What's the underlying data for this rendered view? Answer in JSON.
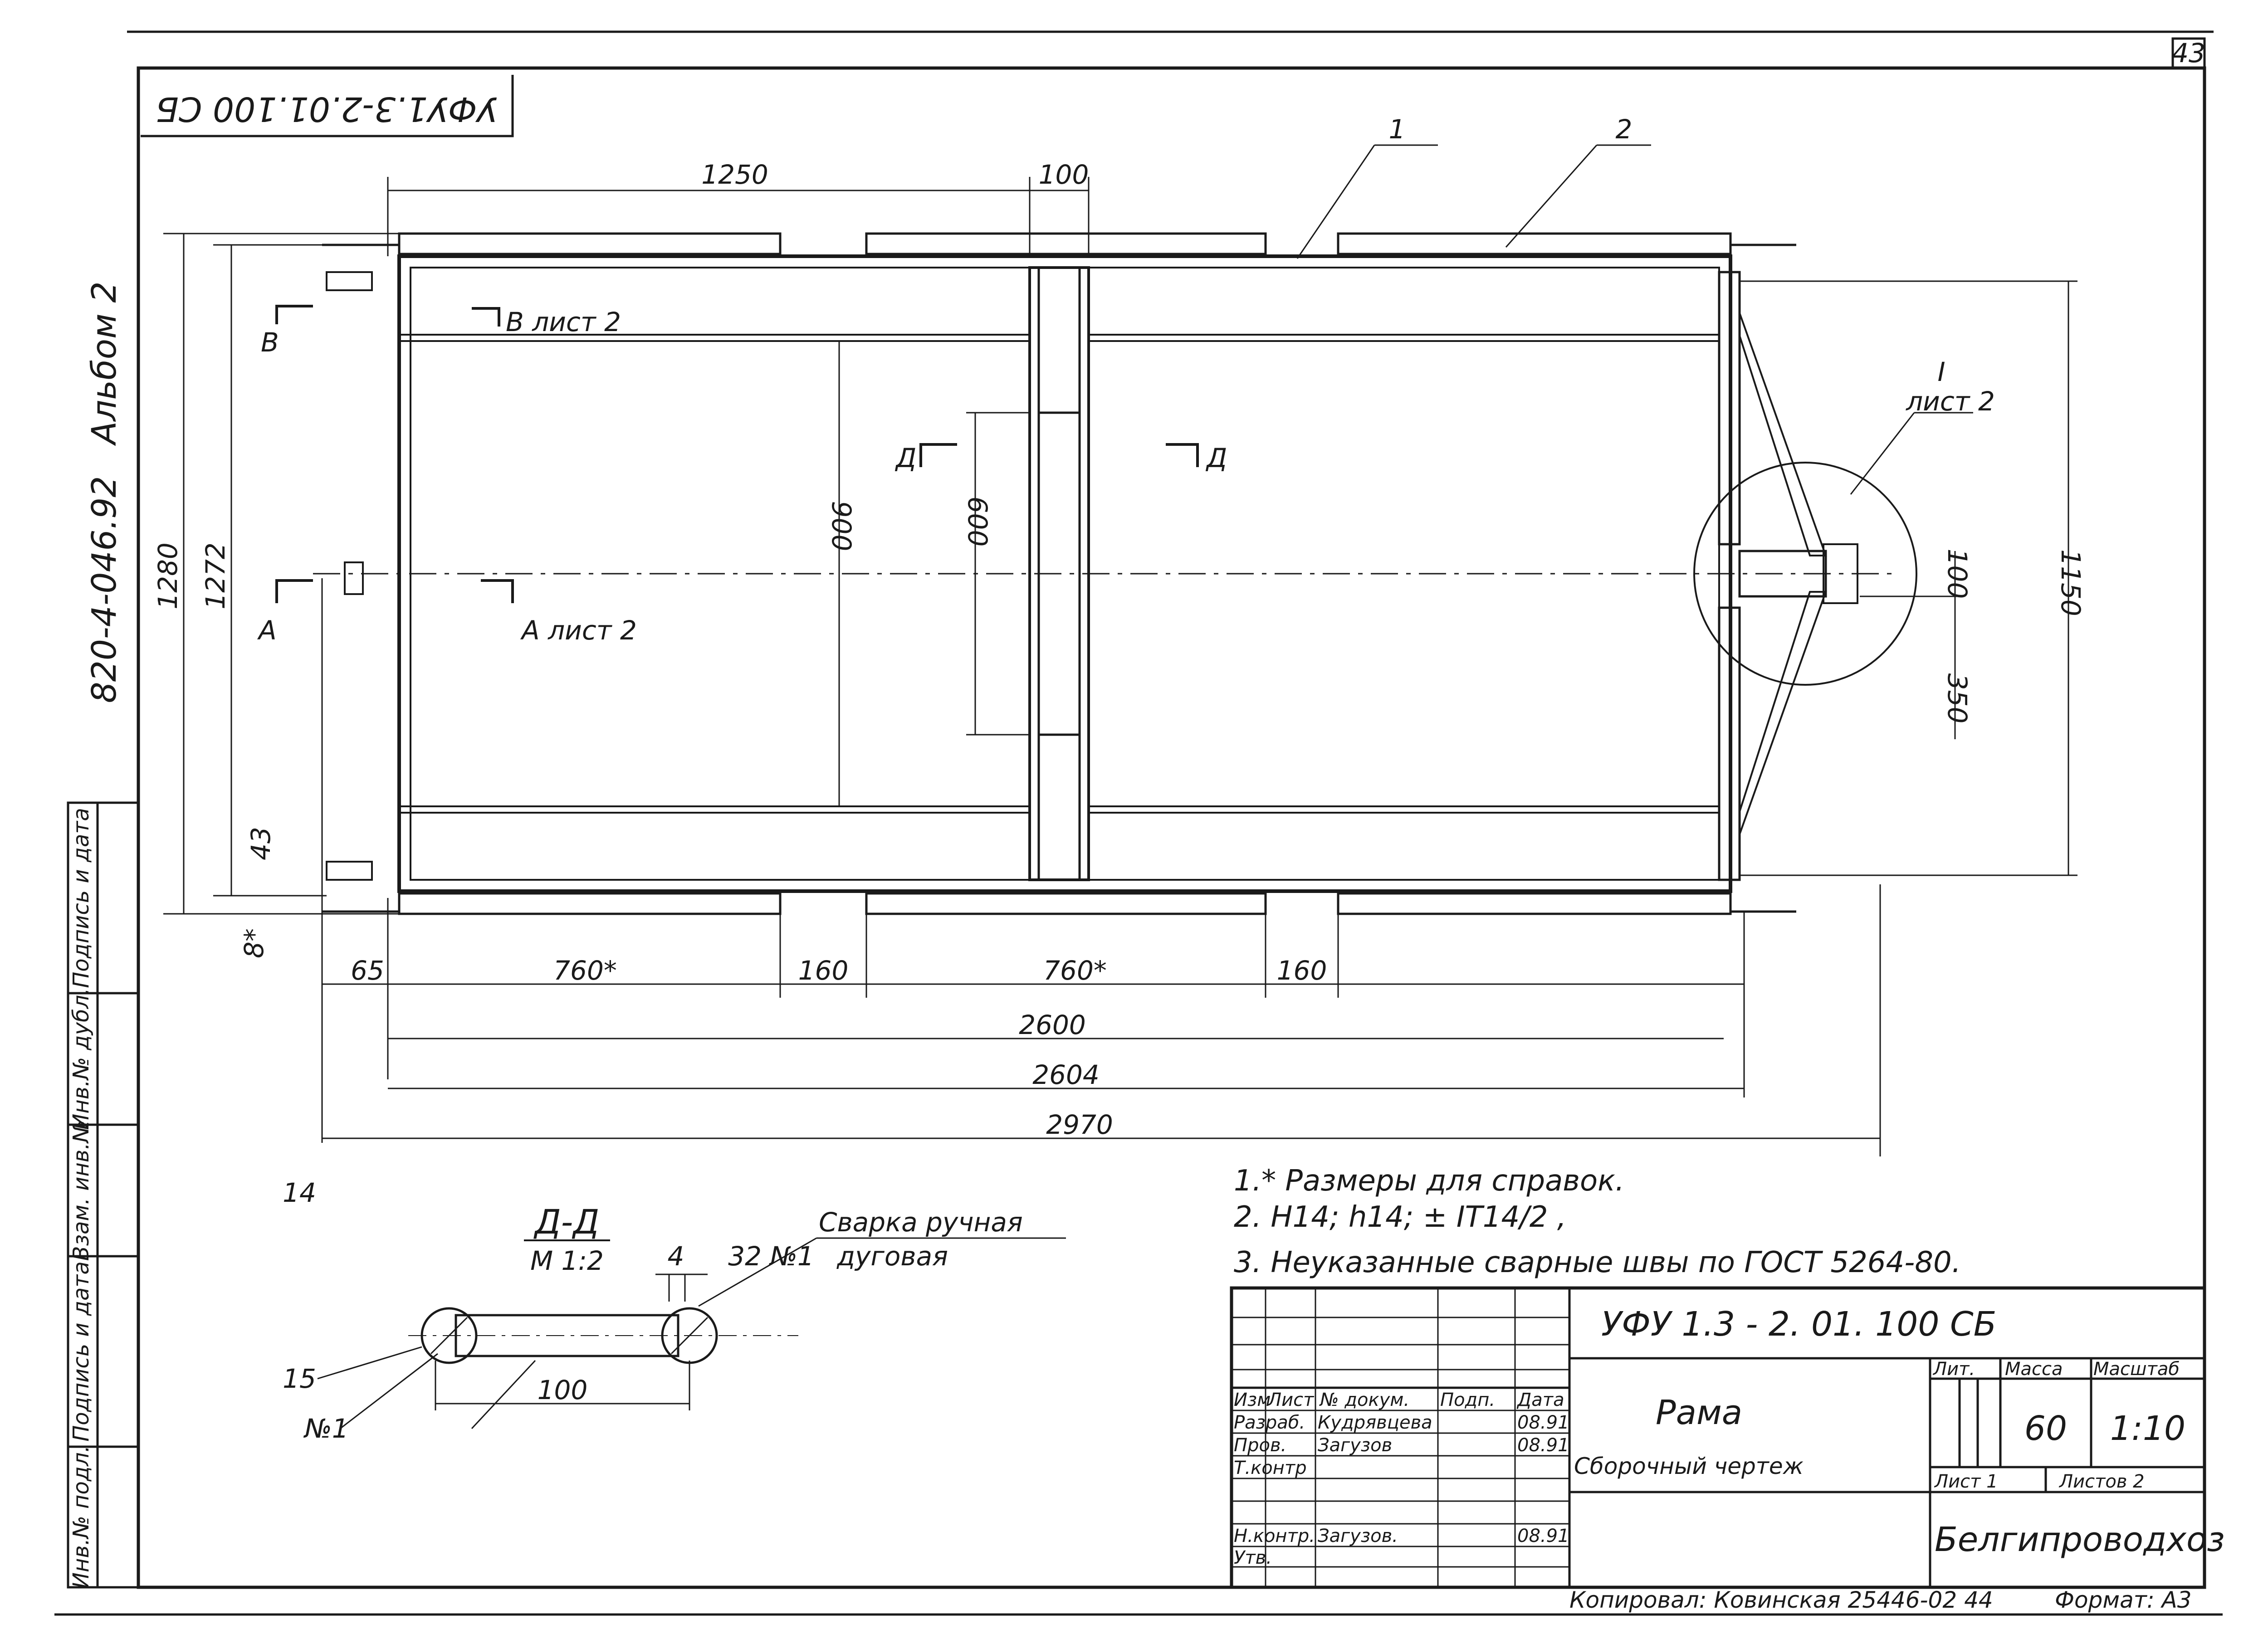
{
  "document": {
    "page_number": "43",
    "album_label": "Альбом 2",
    "series_code": "820-4-046.92",
    "mirrored_code": "УФУ1.3-2.01.100 СБ"
  },
  "dimensions": {
    "d1250": "1250",
    "d100_top": "100",
    "d1280": "1280",
    "d1272": "1272",
    "d900": "900",
    "d600": "600",
    "d1150": "1150",
    "d100_right": "100",
    "d350": "350",
    "d43": "43",
    "d8": "8*",
    "d65": "65",
    "d760a": "760*",
    "d160a": "160",
    "d760b": "760*",
    "d160b": "160",
    "d2600": "2600",
    "d2604": "2604",
    "d2970": "2970"
  },
  "labels": {
    "pos1": "1",
    "pos2": "2",
    "sec_B": "В",
    "sec_B_ref": "В лист 2",
    "sec_A": "А",
    "sec_A_ref": "А лист 2",
    "sec_D1": "Д",
    "sec_D2": "Д",
    "node_I": "I",
    "node_I_ref": "лист 2"
  },
  "section": {
    "title": "Д-Д",
    "scale": "М 1:2",
    "pos14": "14",
    "pos15": "15",
    "weld_no1": "№1",
    "gap": "4",
    "weld_ref": "32 №1",
    "weld_text1": "Сварка ручная",
    "weld_text2": "дуговая",
    "dim100": "100"
  },
  "notes": [
    "1.* Размеры для справок.",
    "2. Н14;  h14;  ± IT14/2 ,",
    "3. Неуказанные сварные швы по ГОСТ 5264-80."
  ],
  "title_block": {
    "designation": "УФУ 1.3 - 2. 01. 100 СБ",
    "name": "Рама",
    "doc_type": "Сборочный чертеж",
    "col_izm": "Изм",
    "col_list": "Лист",
    "col_doc": "№ докум.",
    "col_sign": "Подп.",
    "col_date": "Дата",
    "row_razrab": "Разраб.",
    "razrab_name": "Кудрявцева",
    "razrab_date": "08.91",
    "row_prov": "Пров.",
    "prov_name": "Загузов",
    "prov_date": "08.91",
    "row_tkontr": "Т.контр",
    "row_nkontr": "Н.контр.",
    "nkontr_name": "Загузов.",
    "nkontr_date": "08.91",
    "row_utv": "Утв.",
    "lit_label": "Лит.",
    "mass_label": "Масса",
    "scale_label": "Масштаб",
    "mass": "60",
    "scale": "1:10",
    "sheet": "Лист 1",
    "sheets": "Листов 2",
    "org": "Белгипроводхоз"
  },
  "side_stamp": [
    "Инв.№ подл.",
    "Подпись и дата",
    "Взам. инв.№",
    "Инв.№ дубл.",
    "Подпись и дата"
  ],
  "footer": {
    "copied": "Копировал: Ковинская  25446-02  44",
    "format": "Формат: А3"
  }
}
